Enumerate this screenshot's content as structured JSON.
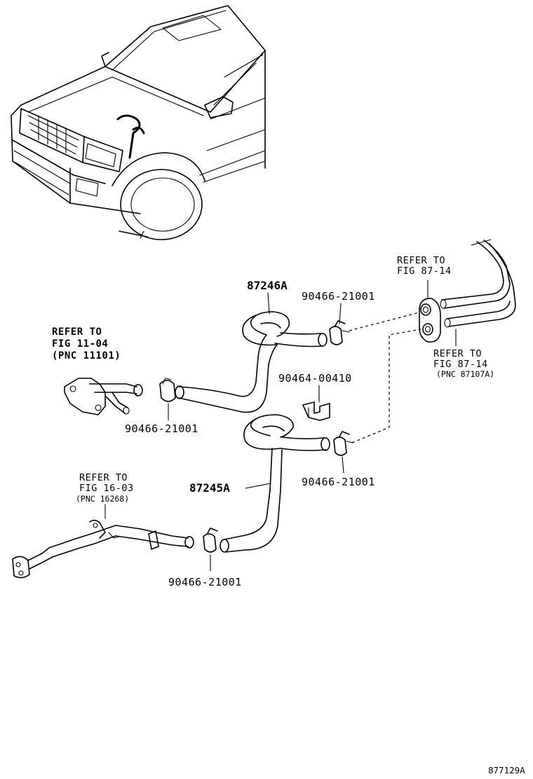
{
  "diagram": {
    "vehicle_illustration": "vehicle-front-view",
    "parts": {
      "hose_upper": "87246A",
      "hose_lower": "87245A",
      "clamp_upper_right": "90466-21001",
      "clamp_left": "90466-21001",
      "clamp_lower_right": "90466-21001",
      "clamp_bottom": "90466-21001",
      "clip": "90464-00410"
    },
    "references": {
      "engine_ref": [
        "REFER TO",
        "FIG 11-04",
        "(PNC 11101)"
      ],
      "pipe_ref": [
        "REFER TO",
        "FIG 16-03",
        "(PNC 16268)"
      ],
      "heater_top_ref": [
        "REFER TO",
        "FIG 87-14"
      ],
      "heater_unit_ref": [
        "REFER TO",
        "FIG 87-14",
        "(PNC 87107A)"
      ]
    },
    "figure_id": "877129A"
  }
}
